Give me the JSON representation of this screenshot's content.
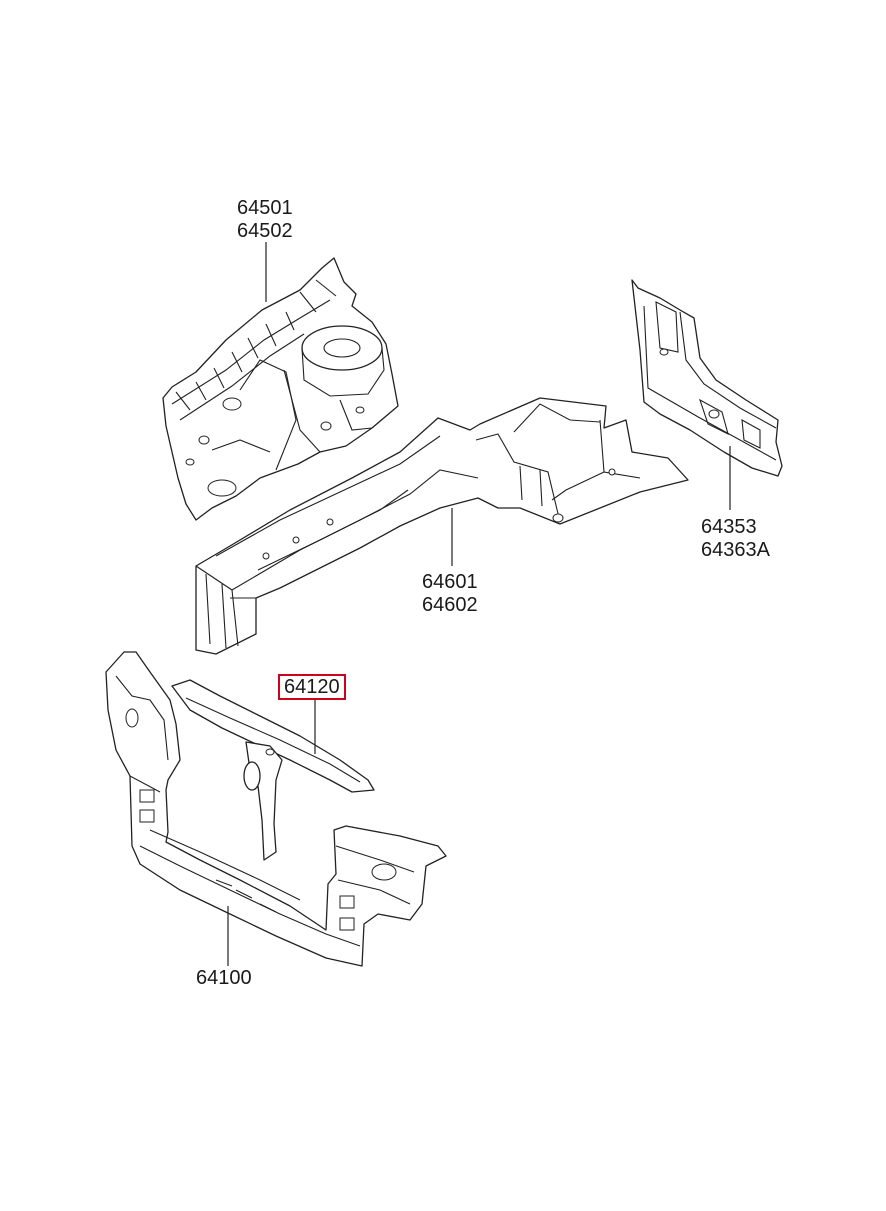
{
  "callouts": {
    "fender_apron": [
      "64501",
      "64502"
    ],
    "side_panel": [
      "64353",
      "64363A"
    ],
    "front_side_member": [
      "64601",
      "64602"
    ],
    "upper_member": [
      "64120"
    ],
    "carrier_assembly": [
      "64100"
    ]
  },
  "highlight_color": "#d0021b"
}
